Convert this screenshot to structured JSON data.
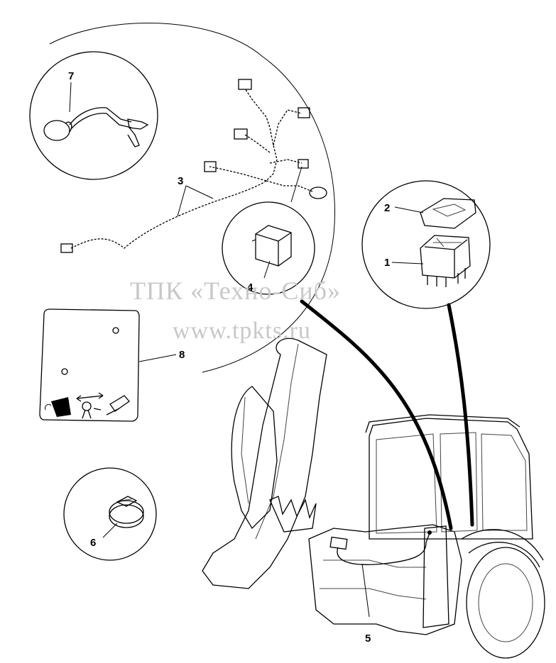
{
  "callouts": {
    "c1": "1",
    "c2": "2",
    "c3": "3",
    "c4": "4",
    "c5": "5",
    "c6": "6",
    "c7": "7",
    "c8": "8"
  },
  "watermark": {
    "title": "ТПК «Техно-Сиб»",
    "url": "www.tpkts.ru"
  },
  "icons": {
    "bulb": "bulb-icon",
    "relay": "relay-icon",
    "switch": "rocker-switch-icon",
    "clamp": "hose-clamp-icon",
    "harness": "wiring-harness-icon",
    "decal": "decal-plate-icon",
    "machine": "backhoe-loader-icon"
  },
  "colors": {
    "line": "#000000",
    "watermark": "#c8c8c8",
    "background": "#ffffff"
  }
}
